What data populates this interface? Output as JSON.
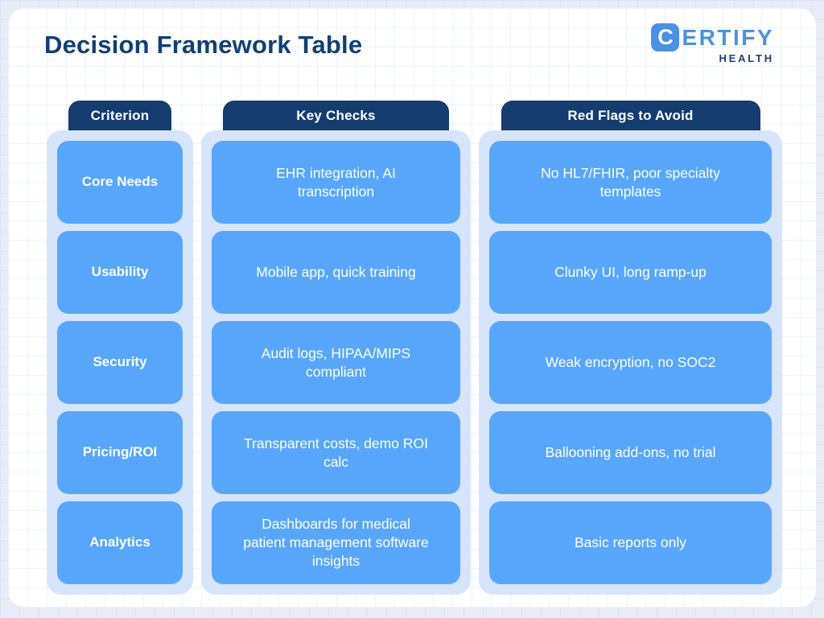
{
  "page": {
    "title": "Decision Framework Table"
  },
  "logo": {
    "badge_letter": "C",
    "brand_rest": "ERTIFY",
    "subtitle": "HEALTH"
  },
  "table": {
    "columns": [
      {
        "header": "Criterion",
        "cells": [
          "Core Needs",
          "Usability",
          "Security",
          "Pricing/ROI",
          "Analytics"
        ]
      },
      {
        "header": "Key Checks",
        "cells": [
          "EHR integration, AI transcription",
          "Mobile app, quick training",
          "Audit logs, HIPAA/MIPS compliant",
          "Transparent costs, demo ROI calc",
          "Dashboards for medical patient management software insights"
        ]
      },
      {
        "header": "Red Flags to Avoid",
        "cells": [
          "No HL7/FHIR, poor specialty templates",
          "Clunky UI, long ramp-up",
          "Weak encryption, no SOC2",
          "Ballooning add-ons, no trial",
          "Basic reports only"
        ]
      }
    ]
  },
  "colors": {
    "outer_background": "#e9edf8",
    "card_background": "#ffffff",
    "grid_line": "#c4dcf4",
    "title_navy": "#123f78",
    "tab_navy": "#143c6e",
    "cell_blue": "#58a6fb",
    "column_container_blue": "#d7e5fc",
    "logo_blue": "#4a90e9",
    "logo_navy": "#1d4077",
    "cell_text": "#ffffff"
  }
}
